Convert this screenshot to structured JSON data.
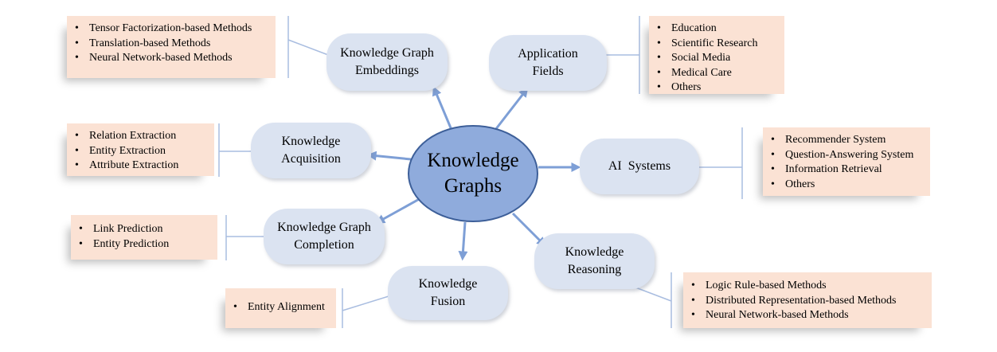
{
  "center": {
    "line1": "Knowledge",
    "line2": "Graphs"
  },
  "topics": {
    "embeddings": {
      "line1": "Knowledge Graph",
      "line2": "Embeddings"
    },
    "application": {
      "line1": "Application",
      "line2": "Fields"
    },
    "acquisition": {
      "line1": "Knowledge",
      "line2": "Acquisition"
    },
    "ai_systems": {
      "line1": "AI  Systems"
    },
    "completion": {
      "line1": "Knowledge Graph",
      "line2": "Completion"
    },
    "fusion": {
      "line1": "Knowledge",
      "line2": "Fusion"
    },
    "reasoning": {
      "line1": "Knowledge",
      "line2": "Reasoning"
    }
  },
  "lists": {
    "embeddings": [
      "Tensor Factorization-based Methods",
      "Translation-based Methods",
      "Neural Network-based Methods"
    ],
    "application": [
      "Education",
      "Scientific Research",
      "Social Media",
      "Medical Care",
      "Others"
    ],
    "acquisition": [
      "Relation Extraction",
      "Entity Extraction",
      "Attribute Extraction"
    ],
    "ai_systems": [
      "Recommender System",
      "Question-Answering System",
      "Information Retrieval",
      "Others"
    ],
    "completion": [
      "Link Prediction",
      "Entity Prediction"
    ],
    "fusion": [
      "Entity Alignment"
    ],
    "reasoning": [
      "Logic Rule-based Methods",
      "Distributed Representation-based Methods",
      "Neural Network-based Methods"
    ]
  },
  "colors": {
    "center_fill": "#8fabdc",
    "center_border": "#3d5f99",
    "topic_fill": "#dbe3f1",
    "list_fill": "#fbe2d4",
    "arrow": "#7e9fd6",
    "connector": "#a9bde0"
  }
}
